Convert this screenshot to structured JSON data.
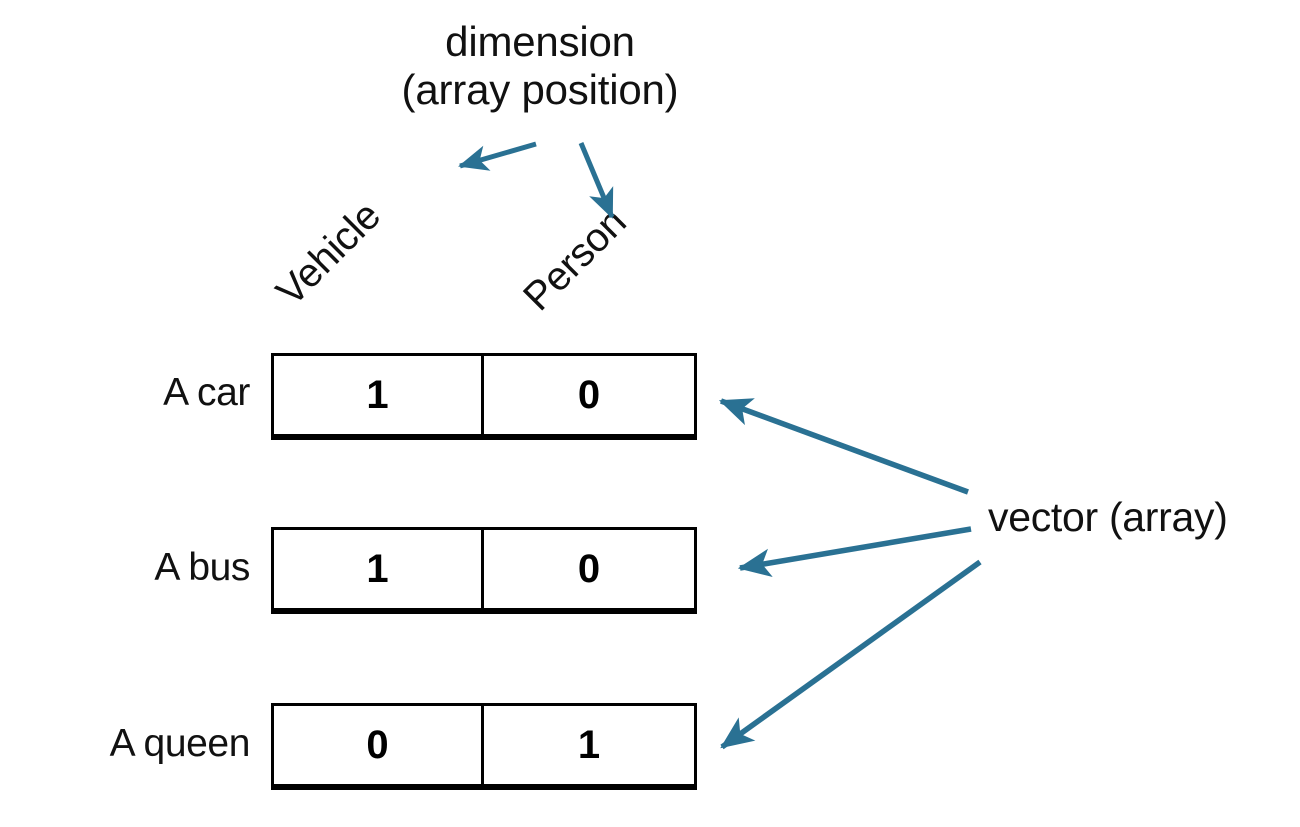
{
  "diagram": {
    "title": {
      "line1": "dimension",
      "line2": "(array position)"
    },
    "column_headers": [
      {
        "label": "Vehicle"
      },
      {
        "label": "Person"
      }
    ],
    "rows": [
      {
        "label": "A car",
        "values": [
          "1",
          "0"
        ]
      },
      {
        "label": "A bus",
        "values": [
          "1",
          "0"
        ]
      },
      {
        "label": "A queen",
        "values": [
          "0",
          "1"
        ]
      }
    ],
    "vector_label": "vector (array)",
    "colors": {
      "arrow": "#2a7193",
      "box_border": "#000000",
      "text": "#111111",
      "background": "#ffffff"
    }
  }
}
